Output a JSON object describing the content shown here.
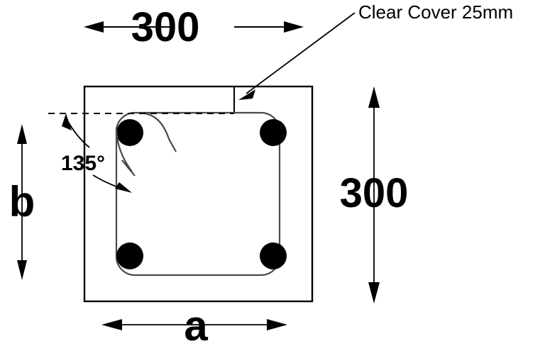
{
  "drawing": {
    "title": "Reinforced concrete column cross-section",
    "annotations": {
      "top_dimension": "300",
      "right_dimension": "300",
      "left_dimension": "b",
      "bottom_dimension": "a",
      "cover_note": "Clear Cover 25mm",
      "hook_angle": "135°"
    },
    "colors": {
      "outline": "#000000",
      "stirrup": "#4a4a4a",
      "rebar": "#000000",
      "background": "#ffffff",
      "text": "#000000"
    },
    "geometry": {
      "section_width_mm": 300,
      "section_height_mm": 300,
      "clear_cover_mm": 25,
      "rebar_count": 4,
      "stirrup_hook_angle_deg": 135
    }
  }
}
